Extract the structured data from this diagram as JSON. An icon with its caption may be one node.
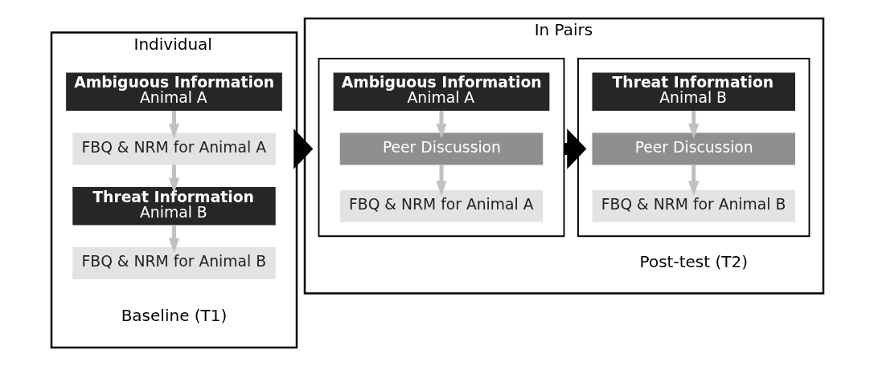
{
  "diagram": {
    "nodes": [
      {
        "text": [
          "Individual"
        ],
        "beside": [
          "Baseline (T1)"
        ]
      },
      {
        "text": [
          "Ambiguous Information",
          "Animal A"
        ],
        "in": 0
      },
      {
        "text": [
          "FBQ & NRM for Animal A"
        ],
        "in": 0
      },
      {
        "text": [
          "Threat Information",
          "Animal B"
        ],
        "in": 0
      },
      {
        "text": [
          "FBQ & NRM for Animal B"
        ],
        "in": 0
      },
      {
        "text": [
          "In Pairs"
        ],
        "beside": [
          "Post-test (T2)"
        ]
      },
      {
        "text": [],
        "shape": "box",
        "in": 5
      },
      {
        "text": [
          "Ambiguous Information",
          "Animal A"
        ],
        "in": 6
      },
      {
        "text": [
          "Peer Discussion"
        ],
        "in": 6
      },
      {
        "text": [
          "FBQ & NRM for Animal A"
        ],
        "in": 6
      },
      {
        "text": [],
        "shape": "box",
        "in": 5
      },
      {
        "text": [
          "Threat Information",
          "Animal B"
        ],
        "in": 10
      },
      {
        "text": [
          "Peer Discussion"
        ],
        "in": 10
      },
      {
        "text": [
          "FBQ & NRM for Animal B"
        ],
        "in": 10
      }
    ],
    "edges": [
      {
        "from": 1,
        "to": 2,
        "arrow": "to"
      },
      {
        "from": 2,
        "to": 3,
        "arrow": "to"
      },
      {
        "from": 3,
        "to": 4,
        "arrow": "to"
      },
      {
        "from": 0,
        "to": 5,
        "arrow": "to",
        "style": "thick",
        "color": "#000000"
      },
      {
        "from": 7,
        "to": 8,
        "arrow": "to"
      },
      {
        "from": 8,
        "to": 9,
        "arrow": "to"
      },
      {
        "from": 6,
        "to": 10,
        "arrow": "to",
        "style": "thick",
        "color": "#000000"
      },
      {
        "from": 11,
        "to": 12,
        "arrow": "to"
      },
      {
        "from": 12,
        "to": 13,
        "arrow": "to"
      }
    ]
  }
}
